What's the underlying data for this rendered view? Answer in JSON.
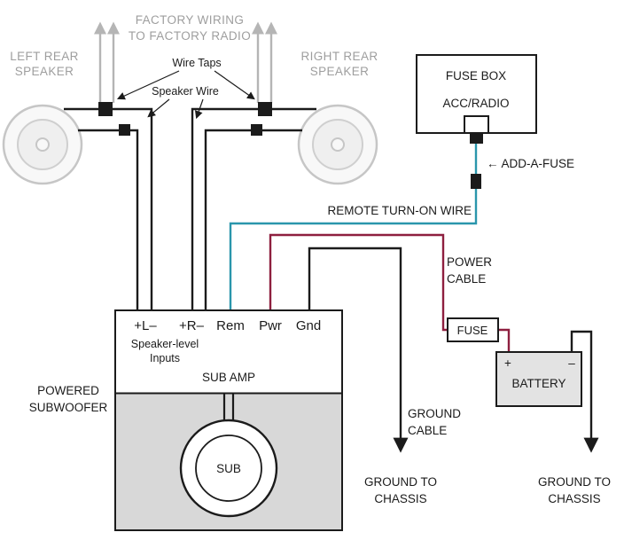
{
  "colors": {
    "ink": "#1b1b1b",
    "gray_wire": "#b5b5b5",
    "gray_text": "#9e9e9e",
    "teal": "#2a96ac",
    "maroon": "#8e1f3f"
  },
  "factory_wiring": {
    "line1": "FACTORY WIRING",
    "line2": "TO FACTORY RADIO"
  },
  "left_speaker": {
    "line1": "LEFT REAR",
    "line2": "SPEAKER"
  },
  "right_speaker": {
    "line1": "RIGHT REAR",
    "line2": "SPEAKER"
  },
  "callouts": {
    "wire_taps": "Wire Taps",
    "speaker_wire": "Speaker Wire",
    "add_a_fuse": "← ADD-A-FUSE",
    "remote_turn_on": "REMOTE TURN-ON WIRE",
    "power_line1": "POWER",
    "power_line2": "CABLE",
    "ground_line1": "GROUND",
    "ground_line2": "CABLE",
    "ground_chassis_line1": "GROUND TO",
    "ground_chassis_line2": "CHASSIS"
  },
  "fuse_box": {
    "title": "FUSE BOX",
    "circuit": "ACC/RADIO"
  },
  "inline_fuse": {
    "label": "FUSE"
  },
  "battery": {
    "label": "BATTERY",
    "plus": "+",
    "minus": "–"
  },
  "amp": {
    "terminal_left": "+L–",
    "terminal_right": "+R–",
    "terminal_rem": "Rem",
    "terminal_pwr": "Pwr",
    "terminal_gnd": "Gnd",
    "inputs_line1": "Speaker-level",
    "inputs_line2": "Inputs",
    "title": "SUB AMP",
    "outer_line1": "POWERED",
    "outer_line2": "SUBWOOFER",
    "sub_label": "SUB"
  }
}
